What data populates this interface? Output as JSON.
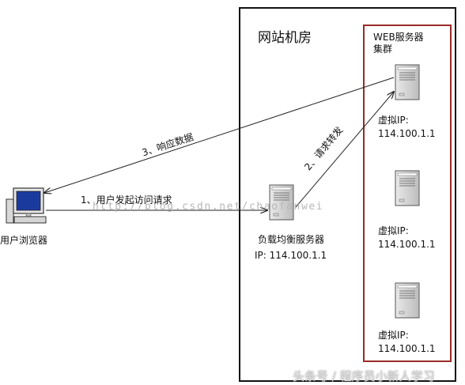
{
  "room": {
    "title": "网站机房"
  },
  "cluster": {
    "title_line1": "WEB服务器",
    "title_line2": "集群"
  },
  "servers": [
    {
      "name": "虚拟IP:",
      "ip": "114.100.1.1"
    },
    {
      "name": "虚拟IP:",
      "ip": "114.100.1.1"
    },
    {
      "name": "虚拟IP:",
      "ip": "114.100.1.1"
    }
  ],
  "load_balancer": {
    "name": "负载均衡服务器",
    "ip": "IP: 114.100.1.1"
  },
  "client": {
    "label": "用户浏览器"
  },
  "arrows": {
    "request": "1、用户发起访问请求",
    "forward": "2、请求转发",
    "response": "3、响应数据"
  },
  "watermark": "http://blog.csdn.net/chaofanwei",
  "footer": "头条号 / 程序员小新人学习",
  "colors": {
    "room_border": "#111111",
    "cluster_border": "#9a2a2a",
    "line": "#222222"
  }
}
